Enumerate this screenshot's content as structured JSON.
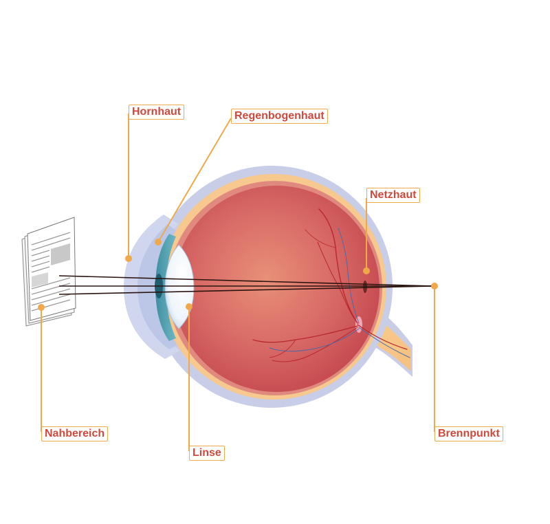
{
  "labels": {
    "hornhaut": "Hornhaut",
    "regenbogenhaut": "Regenbogenhaut",
    "netzhaut": "Netzhaut",
    "nahbereich": "Nahbereich",
    "linse": "Linse",
    "brennpunkt": "Brennpunkt"
  },
  "colors": {
    "label_text": "#cd4a3c",
    "leader_line": "#efa94b",
    "sclera_outer": "#c8cde8",
    "choroid": "#f7c98e",
    "vitreous": "#d45e5e",
    "light_ray": "#2a1410"
  }
}
